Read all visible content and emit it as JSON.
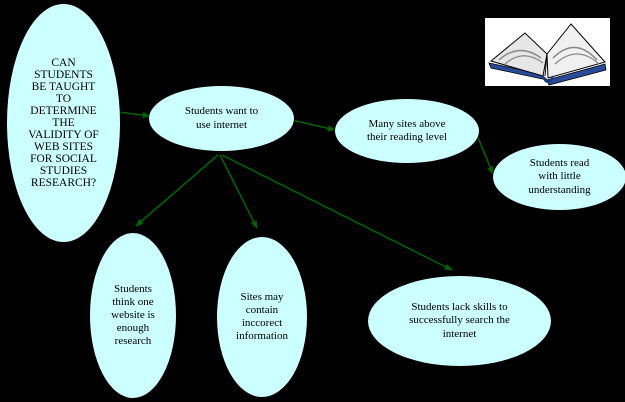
{
  "colors": {
    "background": "#000000",
    "node_fill": "#ccffff",
    "node_border": "#000000",
    "arrow": "#006400"
  },
  "nodes": {
    "question": "CAN\nSTUDENTS\nBE TAUGHT\nTO\nDETERMINE\nTHE\nVALIDITY OF\nWEB SITES\nFOR SOCIAL\nSTUDIES\nRESEARCH?",
    "want_internet": "Students want to\nuse internet",
    "sites_above": "Many sites above\ntheir reading level",
    "read_little": "Students read\nwith little\nunderstanding",
    "one_website": "Students\nthink one\nwebsite is\nenough\nresearch",
    "incorrect_info": "Sites may\ncontain\ninccorect\ninformation",
    "lack_skills": "Students lack skills to\nsuccessfully search the\ninternet"
  },
  "clipart": {
    "icon": "open-book-icon"
  }
}
